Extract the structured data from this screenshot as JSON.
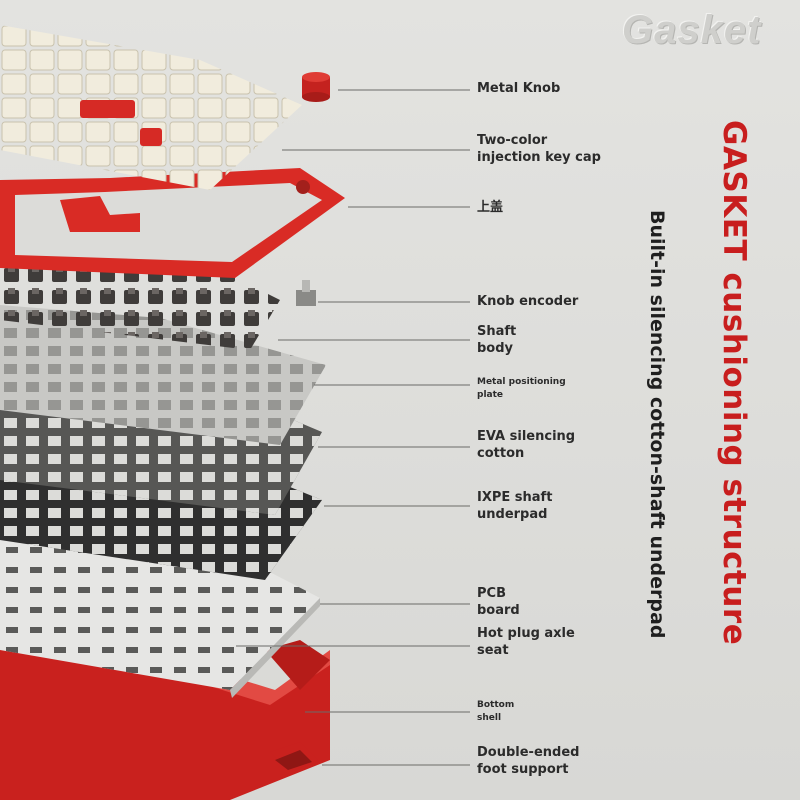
{
  "brand": "Gasket",
  "title_main": "GASKET cushioning structure",
  "title_sub": "Built-in silencing cotton-shaft underpad",
  "colors": {
    "accent": "#c81e1e",
    "frame": "#d62a25",
    "plate_silver": "#c9c9c6",
    "eva": "#4a4a4a",
    "ixpe": "#2f2f2f",
    "pcb": "#e4e4e2",
    "keycap": "#efe9d8",
    "switch": "#3d3a38"
  },
  "labels": [
    {
      "key": "metal-knob",
      "text": "Metal Knob",
      "small": false
    },
    {
      "key": "keycap",
      "text": "Two-color\ninjection key cap",
      "small": false
    },
    {
      "key": "top-cover",
      "text": "上盖",
      "small": false
    },
    {
      "key": "knob-encoder",
      "text": "Knob encoder",
      "small": false
    },
    {
      "key": "shaft-body",
      "text": "Shaft\nbody",
      "small": false
    },
    {
      "key": "positioning-plate",
      "text": "Metal positioning\nplate",
      "small": true
    },
    {
      "key": "eva-cotton",
      "text": "EVA silencing\ncotton",
      "small": false
    },
    {
      "key": "ixpe-underpad",
      "text": "IXPE shaft\nunderpad",
      "small": false
    },
    {
      "key": "pcb-board",
      "text": "PCB\nboard",
      "small": false
    },
    {
      "key": "hot-plug-seat",
      "text": "Hot plug axle\nseat",
      "small": false
    },
    {
      "key": "bottom-shell",
      "text": "Bottom\nshell",
      "small": true
    },
    {
      "key": "foot-support",
      "text": "Double-ended\nfoot support",
      "small": false
    }
  ]
}
